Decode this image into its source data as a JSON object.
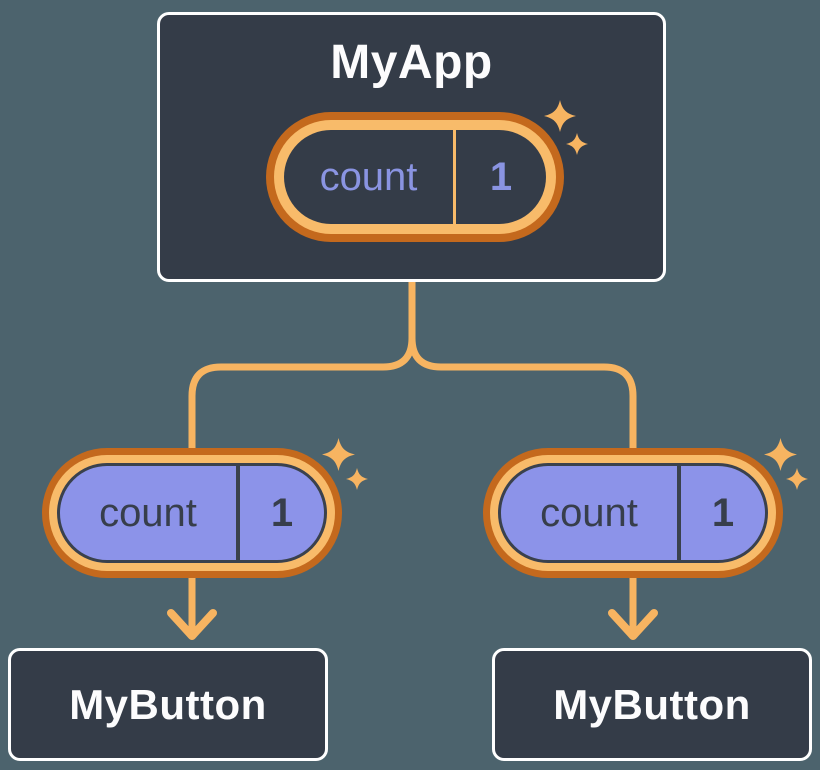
{
  "diagram": {
    "root": {
      "title": "MyApp",
      "pill": {
        "name": "count",
        "value": "1"
      }
    },
    "children": [
      {
        "title": "MyButton",
        "pill": {
          "name": "count",
          "value": "1"
        }
      },
      {
        "title": "MyButton",
        "pill": {
          "name": "count",
          "value": "1"
        }
      }
    ]
  },
  "colors": {
    "background": "#4C636D",
    "node_fill": "#343C48",
    "node_border": "#FFFFFF",
    "node_title_text": "#FCFCFD",
    "connector": "#F7B461",
    "pill_ring_outer": "#C4691D",
    "pill_ring_inner": "#F8BB6A",
    "state_pill_text": "#8A94E2",
    "prop_pill_fill": "#8C93E9",
    "prop_pill_text": "#373E4B"
  }
}
